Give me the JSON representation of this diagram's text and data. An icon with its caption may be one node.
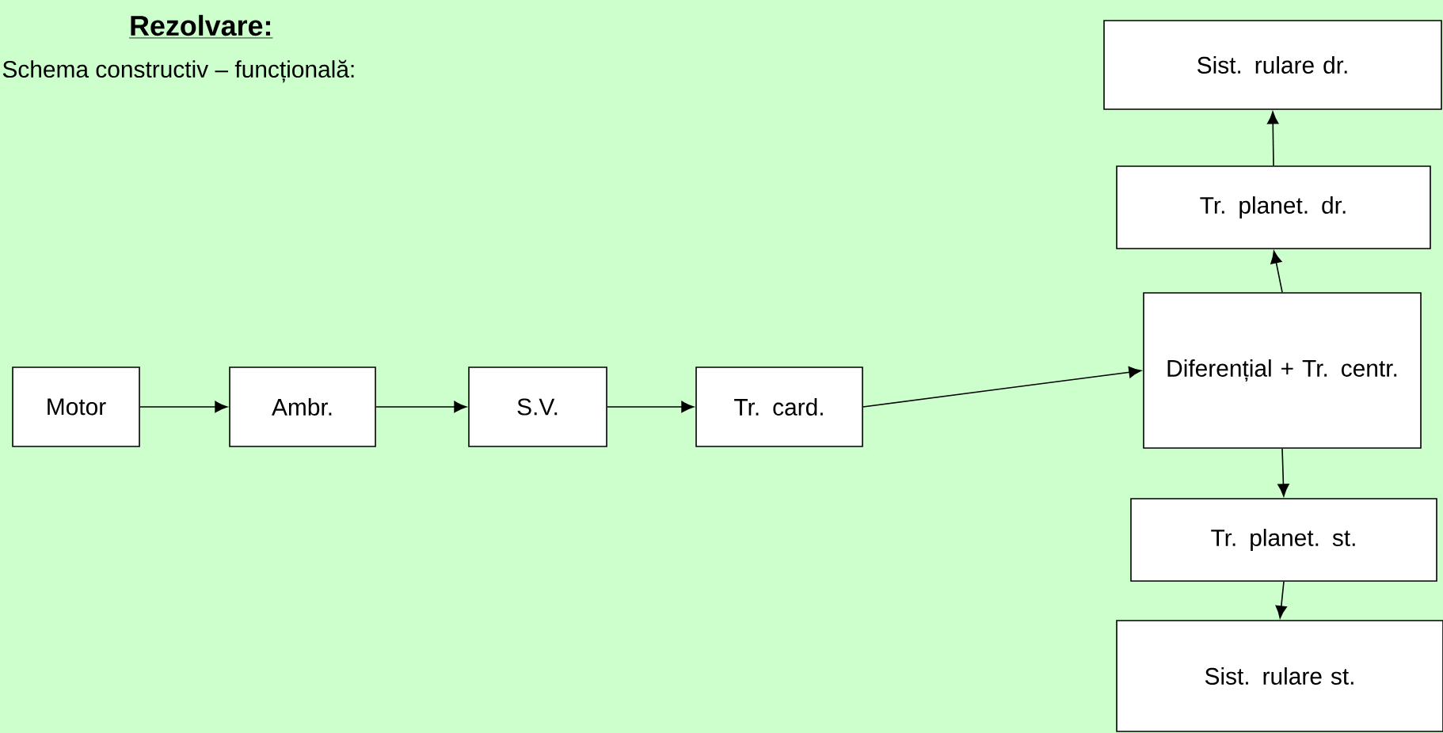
{
  "diagram": {
    "title": "Rezolvare:",
    "nodes": [
      {
        "text": [
          "Motor"
        ]
      },
      {
        "text": [
          "Ambr."
        ]
      },
      {
        "text": [
          "S.V."
        ]
      },
      {
        "text": [
          "Tr. card."
        ]
      },
      {
        "text": [
          "Diferențial + Tr. centr."
        ]
      },
      {
        "text": [
          "Tr. planet. dr."
        ]
      },
      {
        "text": [
          "Sist. rulare dr."
        ]
      },
      {
        "text": [
          "Tr. planet. st."
        ]
      },
      {
        "text": [
          "Sist. rulare st."
        ]
      }
    ],
    "edges": [
      {
        "from": 0,
        "to": 1,
        "arrow": "to"
      },
      {
        "from": 1,
        "to": 2,
        "arrow": "to"
      },
      {
        "from": 2,
        "to": 3,
        "arrow": "to"
      },
      {
        "from": 3,
        "to": 4,
        "arrow": "to"
      },
      {
        "from": 4,
        "to": 5,
        "arrow": "to"
      },
      {
        "from": 5,
        "to": 6,
        "arrow": "to"
      },
      {
        "from": 4,
        "to": 7,
        "arrow": "to"
      },
      {
        "from": 7,
        "to": 8,
        "arrow": "to"
      }
    ],
    "labels": [
      "Schema constructiv – funcțională:"
    ]
  }
}
